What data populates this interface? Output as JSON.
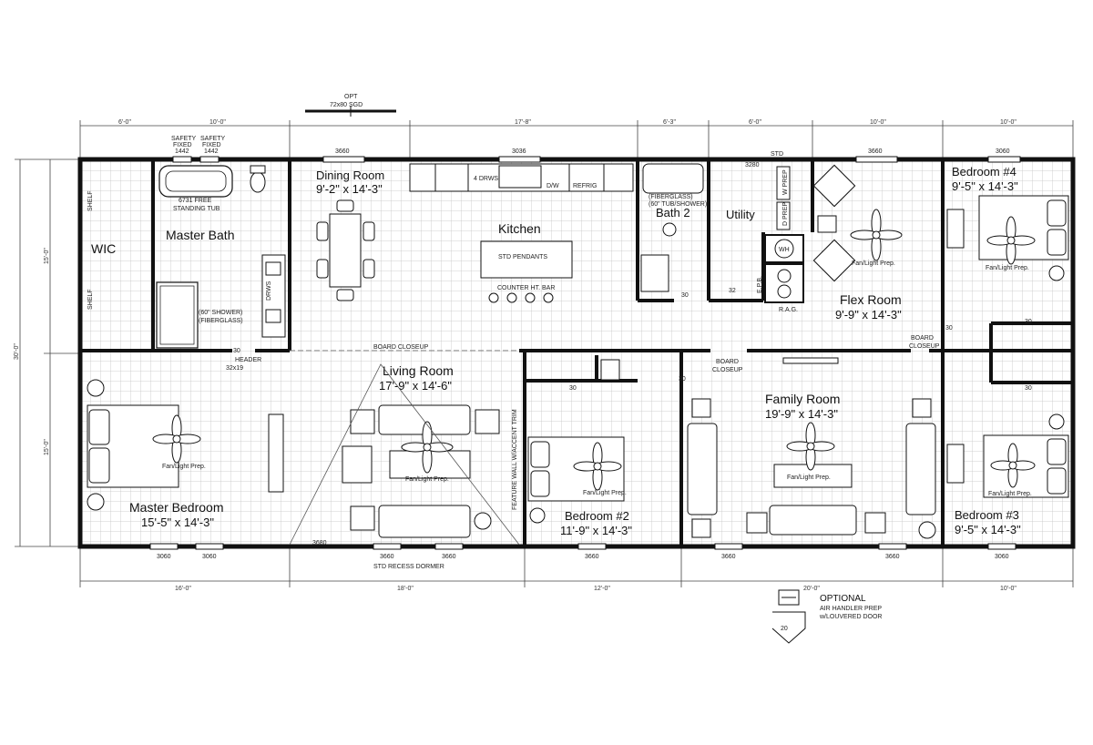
{
  "rooms": {
    "master_bath": "Master Bath",
    "wic": "WIC",
    "dining": "Dining Room",
    "dining_size": "9'-2\" x 14'-3\"",
    "kitchen": "Kitchen",
    "bath2": "Bath 2",
    "utility": "Utility",
    "flex": "Flex Room",
    "flex_size": "9'-9\" x 14'-3\"",
    "bed4": "Bedroom #4",
    "bed4_size": "9'-5\" x 14'-3\"",
    "living": "Living Room",
    "living_size": "17'-9\" x 14'-6\"",
    "master_bed": "Master Bedroom",
    "master_bed_size": "15'-5\" x 14'-3\"",
    "bed2": "Bedroom #2",
    "bed2_size": "11'-9\" x 14'-3\"",
    "family": "Family Room",
    "family_size": "19'-9\" x 14'-3\"",
    "bed3": "Bedroom #3",
    "bed3_size": "9'-5\" x 14'-3\""
  },
  "notes": {
    "opt_door_1": "OPT",
    "opt_door_2": "72x80 SGD",
    "safety_left_1": "SAFETY",
    "safety_left_2": "FIXED",
    "safety_left_3": "1442",
    "safety_right_1": "SAFETY",
    "safety_right_2": "FIXED",
    "safety_right_3": "1442",
    "tub_1": "6731 FREE",
    "tub_2": "STANDING TUB",
    "shelf": "SHELF",
    "drws": "DRWS",
    "kitchen_drws": "4 DRWS",
    "dw": "D/W",
    "refrig": "REFRIG",
    "fiberglass": "(FIBERGLASS)",
    "tub_shower": "(60\" TUB/SHOWER)",
    "shower_1": "(60\" SHOWER)",
    "shower_2": "(FIBERGLASS)",
    "std": "STD",
    "w_prep": "W PREP",
    "d_prep": "D PREP",
    "wh": "WH",
    "epb": "E.P.B.",
    "rag": "R.A.G.",
    "pendants": "STD PENDANTS",
    "counter": "COUNTER HT. BAR",
    "fan_light": "Fan/Light Prep.",
    "board_closeup": "BOARD CLOSEUP",
    "board_closeup_1": "BOARD",
    "board_closeup_2": "CLOSEUP",
    "header_1": "HEADER",
    "header_2": "32x19",
    "feature_wall": "FEATURE WALL W/ACCENT TRIM",
    "dormer": "STD RECESS DORMER",
    "optional_1": "OPTIONAL",
    "optional_2": "AIR HANDLER PREP",
    "optional_3": "w/LOUVERED DOOR",
    "door30": "30",
    "door32": "32",
    "door20": "20"
  },
  "windows": {
    "w3660": "3660",
    "w3036": "3036",
    "w3060": "3060",
    "w3680": "3680",
    "w3280": "3280"
  },
  "dims": {
    "top": [
      "6'-0\"",
      "10'-0\"",
      "17'-8\"",
      "6'-3\"",
      "6'-0\"",
      "10'-0\"",
      "10'-0\""
    ],
    "bottom": [
      "16'-0\"",
      "18'-0\"",
      "12'-0\"",
      "20'-0\"",
      "10'-0\""
    ],
    "left_overall": "30'-0\"",
    "left_top": "15'-0\"",
    "left_bottom": "15'-0\""
  }
}
